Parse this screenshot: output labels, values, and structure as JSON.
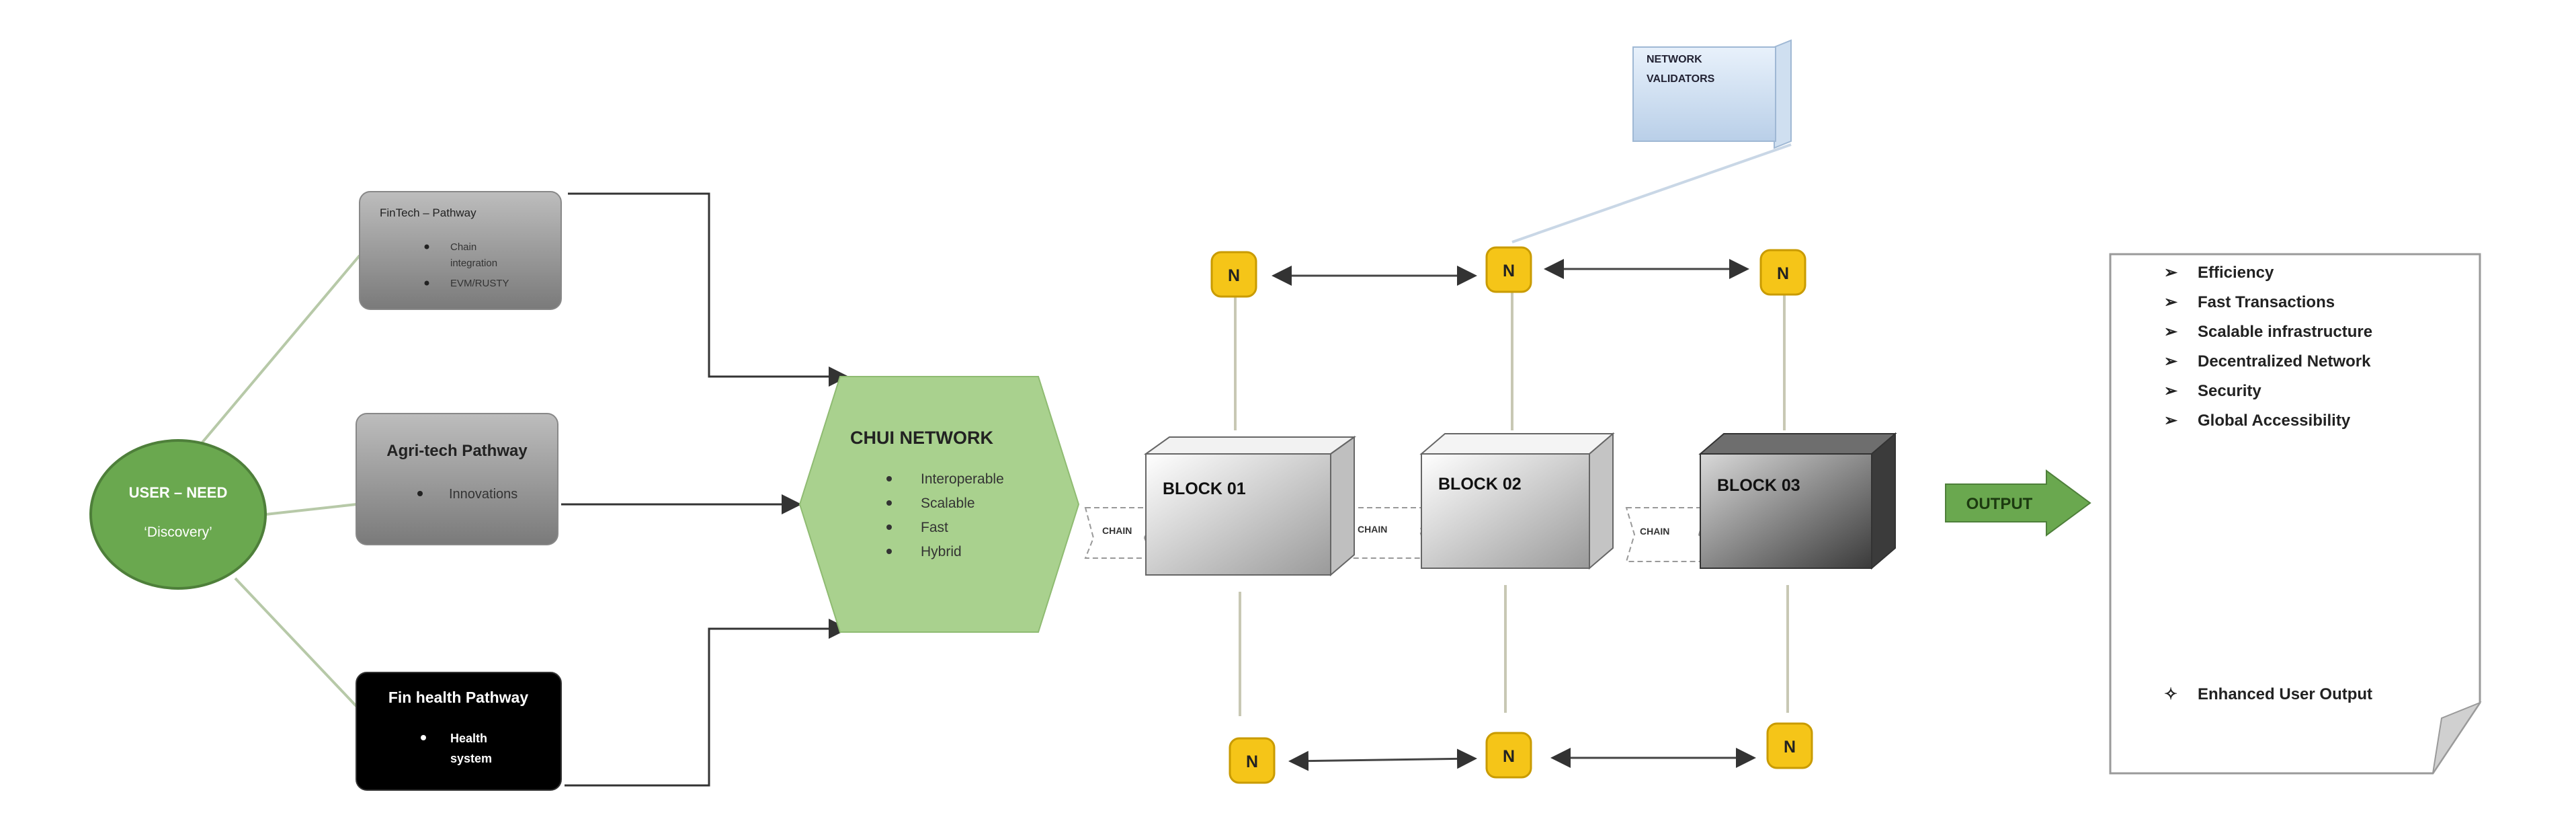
{
  "user": {
    "title": "USER – NEED",
    "subtitle": "‘Discovery’"
  },
  "pathways": [
    {
      "title": "FinTech – Pathway",
      "items": [
        "Chain",
        "integration",
        "EVM/RUSTY"
      ]
    },
    {
      "title": "Agri-tech Pathway",
      "items": [
        "Innovations"
      ]
    },
    {
      "title": "Fin health Pathway",
      "items": [
        "Health",
        "system"
      ]
    }
  ],
  "network": {
    "title": "CHUI NETWORK",
    "items": [
      "Interoperable",
      "Scalable",
      "Fast",
      "Hybrid"
    ]
  },
  "validators": {
    "label_line1": "NETWORK",
    "label_line2": "VALIDATORS"
  },
  "blocks": [
    "BLOCK 01",
    "BLOCK 02",
    "BLOCK 03"
  ],
  "chain_label": "CHAIN",
  "node_label": "N",
  "output_label": "OUTPUT",
  "outputs": {
    "items": [
      "Efficiency",
      "Fast Transactions",
      "Scalable infrastructure",
      "Decentralized Network",
      "Security",
      "Global Accessibility"
    ],
    "final": "Enhanced User Output"
  },
  "colors": {
    "green": "#6aa84f",
    "hex_green": "#a9d18e",
    "node": "#f5c518",
    "dark_block": "#5a5a5a"
  }
}
